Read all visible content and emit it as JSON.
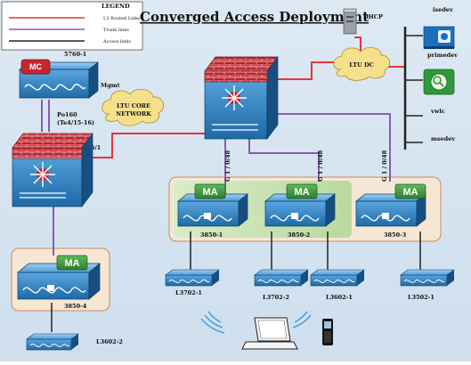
{
  "title": "Converged Access Deployment",
  "legend": {
    "heading": "LEGEND",
    "items": [
      {
        "label": "L3 Routed Links",
        "color": "#e8333a"
      },
      {
        "label": "Trunk links",
        "color": "#8b59b6"
      },
      {
        "label": "Access links",
        "color": "#222222"
      }
    ]
  },
  "devices": {
    "mc_badge": "MC",
    "s5760": "5760-1",
    "mgmt": "Mgmt",
    "po160": "Po160",
    "te": "(Te4/15-16)",
    "g61": "G 6/1",
    "ltu_core_1": "LTU CORE",
    "ltu_core_2": "NETWORK",
    "ltu_dc": "LTU DC",
    "dhcp": "DHCP",
    "isedev": "isedev",
    "primedev": "primedev",
    "vwlc": "vwlc",
    "msedev": "msedev",
    "g148_1": "G 1 / 0/48",
    "g148_2": "G 1 / 0/48",
    "g148_3": "G 1 / 0/48",
    "ma_badge": "MA",
    "sw_3850_1": "3850-1",
    "sw_3850_2": "3850-2",
    "sw_3850_3": "3850-3",
    "sw_3850_4": "3850-4",
    "ap_l3702_1": "L3702-1",
    "ap_l3702_2": "L3702-2",
    "ap_l3602_1": "L3602-1",
    "ap_l3502_1": "L3502-1",
    "ap_l3602_2": "L3602-2"
  },
  "colors": {
    "routed": "#e8333a",
    "trunk": "#8b59b6",
    "access": "#222222",
    "device_blue": "#2f86c9",
    "device_dark": "#1a5f98",
    "ma_green": "#3f9a3f",
    "firewall": "#c8323a"
  }
}
